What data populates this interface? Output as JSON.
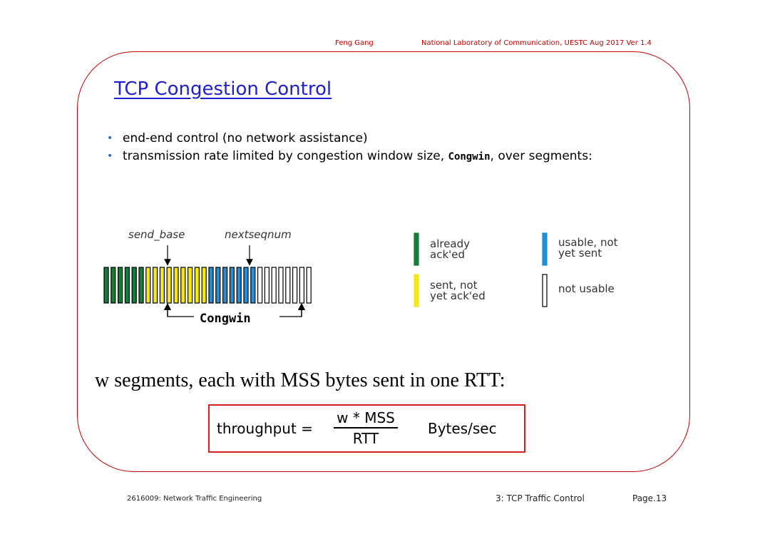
{
  "header": {
    "author": "Feng Gang",
    "lab": "National Laboratory of Communication, UESTC  Aug 2017 Ver 1.4"
  },
  "slide": {
    "title": "TCP Congestion Control",
    "bullets": [
      {
        "pre": "end-end control (no network assistance)",
        "code": "",
        "post": ""
      },
      {
        "pre": "transmission rate limited by congestion window size, ",
        "code": "Congwin",
        "post": ", over segments:"
      }
    ]
  },
  "diagram": {
    "pointer_send_base": "send_base",
    "pointer_nextseqnum": "nextseqnum",
    "window_label": "Congwin",
    "segments": {
      "acked": 6,
      "sent_unacked": 9,
      "usable": 7,
      "not_usable": 8
    },
    "colors": {
      "acked": "#1a7a3a",
      "sent_unacked": "#f5e61a",
      "usable": "#1f8fd6",
      "not_usable": "#ffffff"
    },
    "legend": [
      {
        "key": "acked",
        "label_line1": "already",
        "label_line2": "ack'ed"
      },
      {
        "key": "usable",
        "label_line1": "usable, not",
        "label_line2": "yet sent"
      },
      {
        "key": "sent_unacked",
        "label_line1": "sent, not",
        "label_line2": "yet ack'ed"
      },
      {
        "key": "not_usable",
        "label_line1": "not usable",
        "label_line2": ""
      }
    ]
  },
  "statement": "w segments, each with MSS bytes sent in one RTT:",
  "formula": {
    "lhs": "throughput =",
    "numerator": "w * MSS",
    "denominator": "RTT",
    "units": "Bytes/sec"
  },
  "footer": {
    "course": "2616009: Network Traffic Engineering",
    "chapter": "3: TCP Traffic Control",
    "page": "Page.13"
  }
}
